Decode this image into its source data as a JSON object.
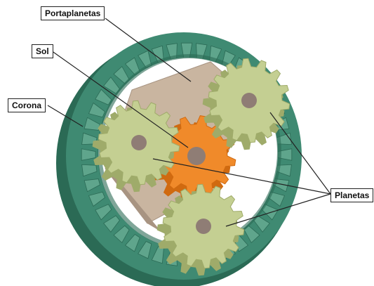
{
  "labels": {
    "portaplanetas": "Portaplanetas",
    "sol": "Sol",
    "corona": "Corona",
    "planetas": "Planetas"
  },
  "colors": {
    "ring": "#3f8a72",
    "ring_dark": "#2b6a55",
    "ring_light": "#5fa58c",
    "planet": "#c4cf92",
    "planet_dark": "#9fab6a",
    "sun": "#f08a2a",
    "sun_dark": "#d06a10",
    "carrier": "#c9b5a0",
    "hole": "#8f7d75"
  }
}
